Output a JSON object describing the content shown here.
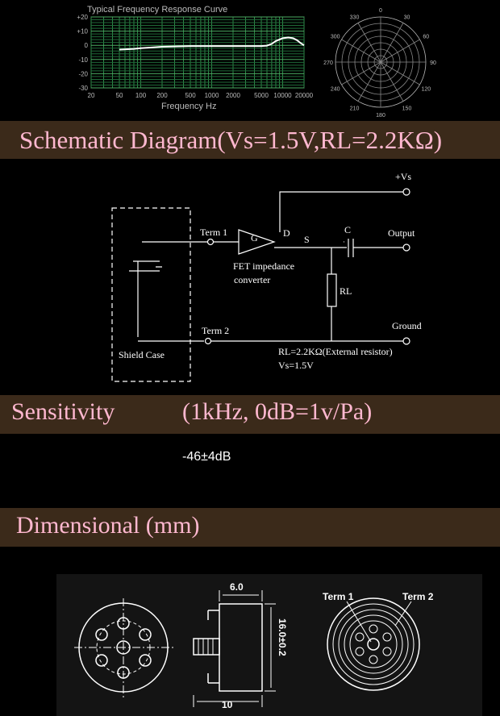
{
  "chart_data": {
    "type": "line",
    "title": "Typical Frequency Response Curve",
    "xlabel": "Frequency Hz",
    "ylabel": "",
    "x_scale": "log",
    "x_ticks": [
      "20",
      "50",
      "100",
      "200",
      "500",
      "1000",
      "2000",
      "5000",
      "10000",
      "20000"
    ],
    "y_ticks": [
      "+20",
      "+10",
      "0",
      "-10",
      "-20",
      "-30"
    ],
    "ylim": [
      -30,
      20
    ],
    "xlim": [
      20,
      20000
    ],
    "grid": true,
    "series": [
      {
        "x": [
          50,
          80,
          100,
          150,
          200,
          300,
          500,
          1000,
          2000,
          4000,
          5000,
          6000,
          7000,
          8000,
          10000,
          12000,
          14000,
          16000,
          18000,
          20000
        ],
        "y": [
          -3,
          -2.5,
          -2,
          -1.5,
          -1,
          -0.8,
          -0.5,
          -0.5,
          -0.5,
          -0.5,
          -0.5,
          -0.2,
          1,
          3,
          5,
          5.5,
          5,
          3.5,
          1.5,
          0
        ]
      }
    ],
    "color": "#ffffff"
  },
  "polar": {
    "angles": [
      "330",
      "0",
      "30",
      "60",
      "90",
      "120",
      "150",
      "180",
      "210",
      "240",
      "270",
      "300"
    ]
  },
  "sections": {
    "schematic_title": "Schematic Diagram(Vs=1.5V,RL=2.2KΩ)",
    "sensitivity_title": "Sensitivity",
    "sensitivity_params": "(1kHz, 0dB=1v/Pa)",
    "sensitivity_value": "-46±4dB",
    "dimensional_title": "Dimensional (mm)"
  },
  "schematic": {
    "vs_label": "+Vs",
    "output_label": "Output",
    "ground_label": "Ground",
    "term1": "Term 1",
    "term2": "Term 2",
    "g": "G",
    "d": "D",
    "s": "S",
    "c": "C",
    "rl": "RL",
    "fet_line1": "FET impedance",
    "fet_line2": "converter",
    "shield": "Shield Case",
    "note1": "RL=2.2KΩ(External resistor)",
    "note2": "Vs=1.5V"
  },
  "dimensions": {
    "height": "6.0",
    "diameter": "16.0±0.2",
    "pin_span": "10",
    "term1": "Term 1",
    "term2": "Term 2"
  }
}
